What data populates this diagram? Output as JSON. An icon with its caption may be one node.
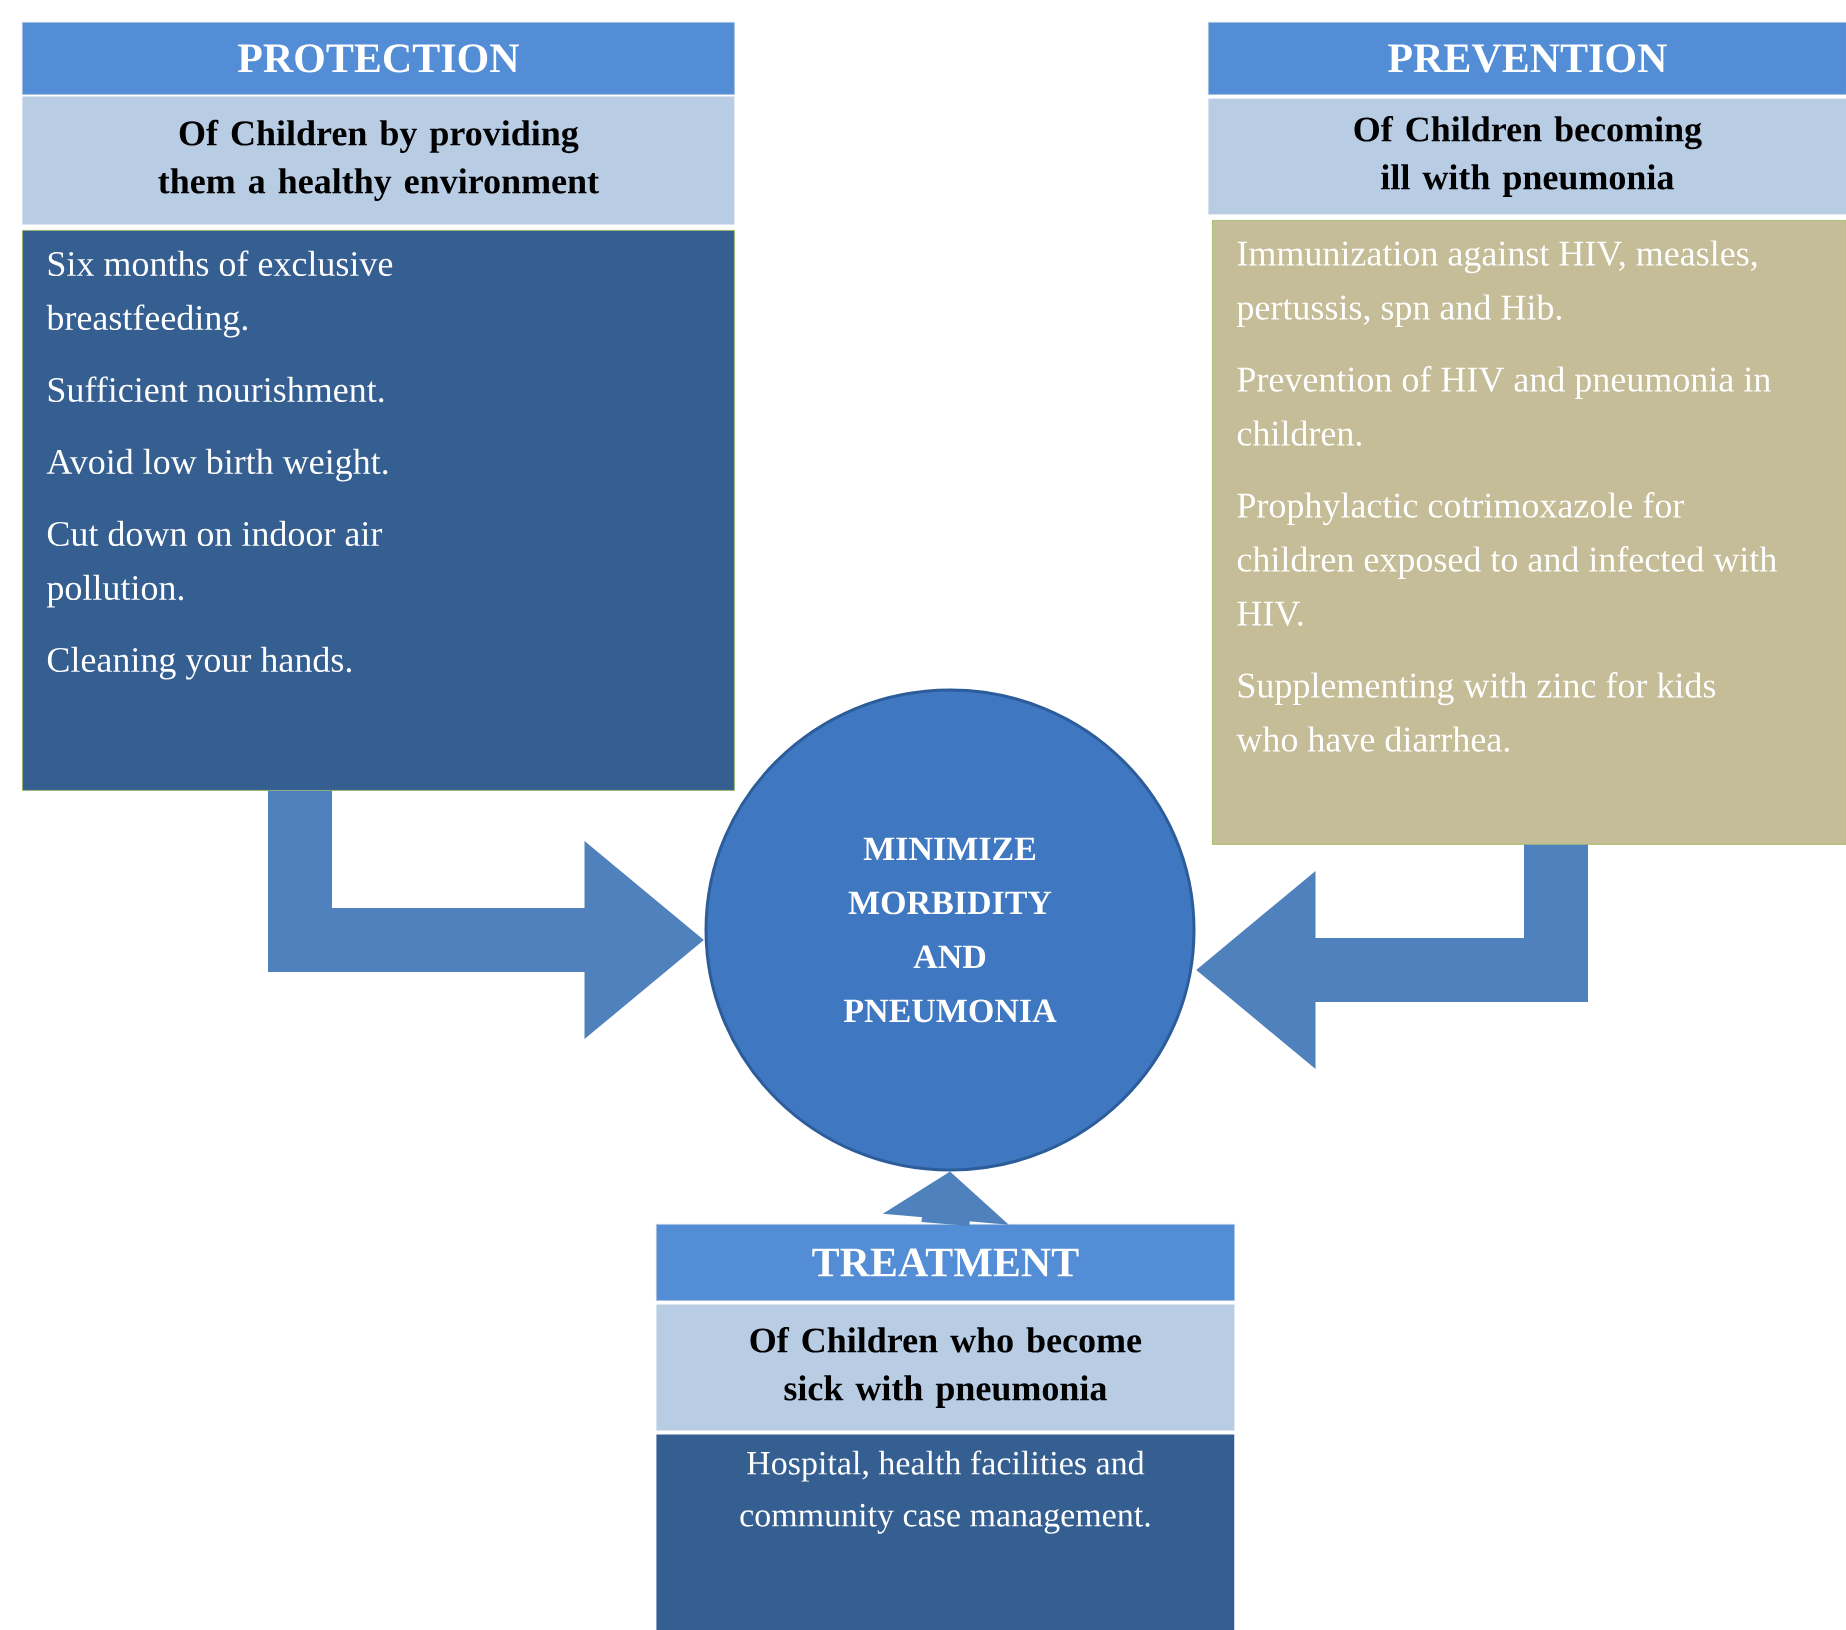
{
  "diagram": {
    "nodes": [
      {
        "text": [
          "PROTECTION"
        ]
      },
      {
        "text": [
          "Of Children by providing them a healthy environment"
        ]
      },
      {
        "text": [
          "Six months of exclusive breastfeeding.",
          "Sufficient nourishment.",
          "Avoid low birth weight.",
          "Cut down on indoor air pollution.",
          "Cleaning your hands."
        ]
      },
      {
        "text": [
          "PREVENTION"
        ]
      },
      {
        "text": [
          "Of Children becoming ill with pneumonia"
        ]
      },
      {
        "text": [
          "Immunization against HIV, measles, pertussis, spn and Hib.",
          "Prevention of HIV and pneumonia in children.",
          "Prophylactic cotrimoxazole for children exposed to and infected with HIV.",
          "Supplementing with zinc for kids who have diarrhea."
        ]
      },
      {
        "text": [
          "MINIMIZE MORBIDITY AND PNEUMONIA"
        ]
      },
      {
        "text": [
          "TREATMENT"
        ]
      },
      {
        "text": [
          "Of Children who become sick with pneumonia"
        ]
      },
      {
        "text": [
          "Hospital, health facilities and community case management."
        ]
      }
    ],
    "edges": [
      {
        "from": 2,
        "to": 6,
        "arrow": "to"
      },
      {
        "from": 5,
        "to": 6,
        "arrow": "to"
      },
      {
        "from": 7,
        "to": 6,
        "arrow": "to"
      }
    ]
  }
}
